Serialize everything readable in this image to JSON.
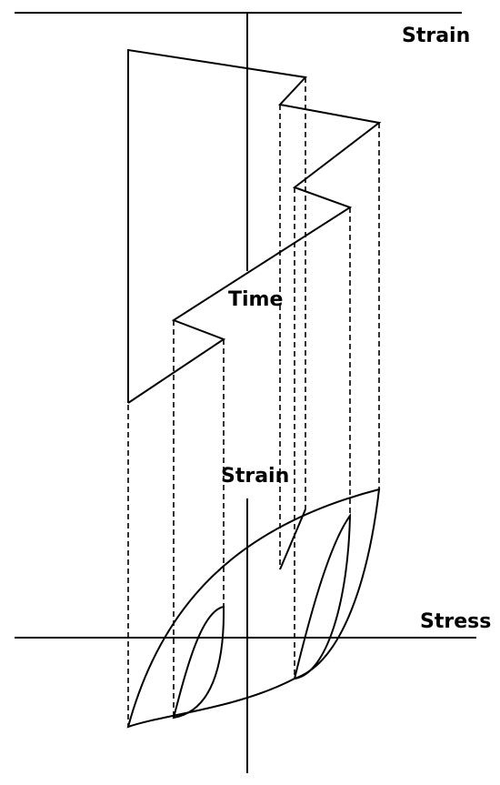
{
  "labels": {
    "upper_strain": "Strain",
    "time": "Time",
    "lower_strain": "Strain",
    "stress": "Stress"
  },
  "colors": {
    "ink": "#000000",
    "background": "#ffffff"
  }
}
